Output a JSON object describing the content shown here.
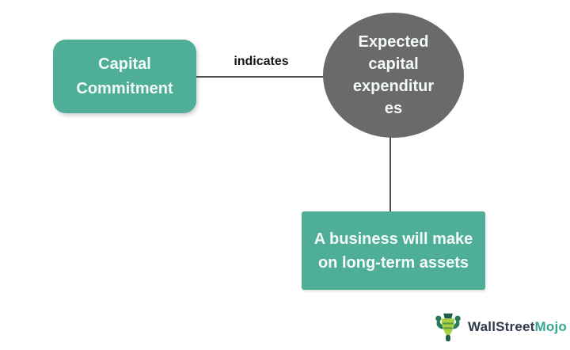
{
  "diagram": {
    "capital_node": {
      "lines": {
        "0": "Capital",
        "1": "Commitment"
      }
    },
    "connector_label": "indicates",
    "ellipse_node": {
      "lines": {
        "0": "Expected",
        "1": "capital",
        "2": "expenditur",
        "3": "es"
      }
    },
    "business_node": {
      "lines": {
        "0": "A business will make",
        "1": "on long-term assets"
      }
    },
    "colors": {
      "green": "#4fae97",
      "gray": "#6a6a6a",
      "line": "#4d4d4d"
    }
  },
  "branding": {
    "logo_icon": "bull-mascot-icon",
    "name_primary": "WallStreet",
    "name_secondary": "Mojo",
    "colors": {
      "primary_text": "#2f3b4c",
      "secondary_text": "#36a78e"
    }
  }
}
